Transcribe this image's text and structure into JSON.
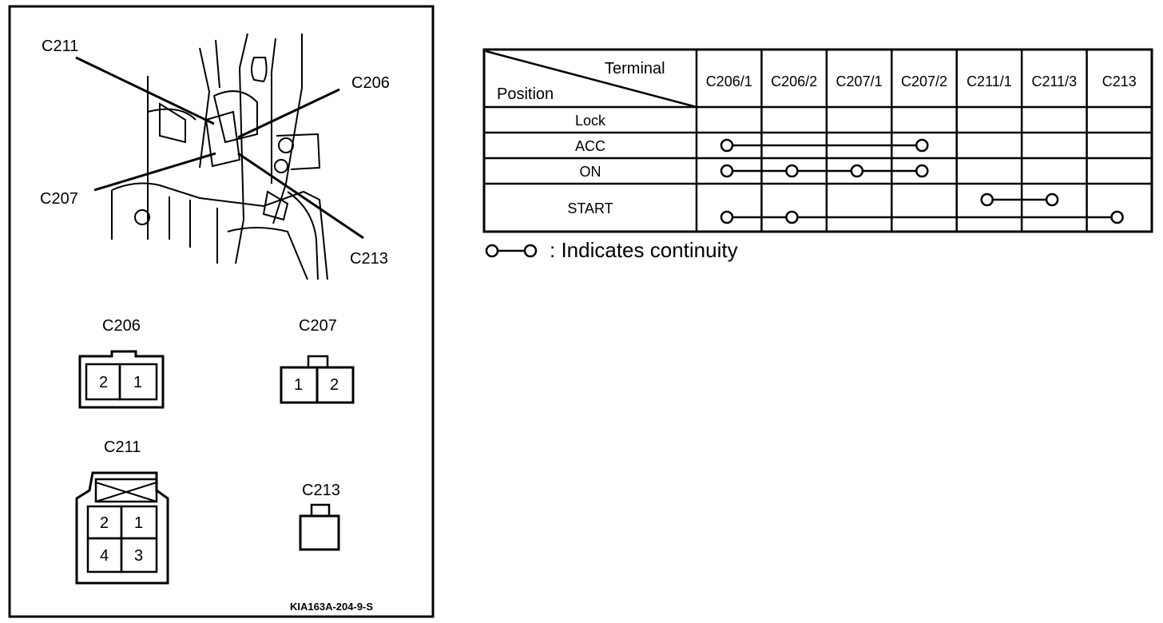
{
  "left_panel": {
    "callouts": [
      "C211",
      "C206",
      "C207",
      "C213"
    ],
    "connectors": {
      "c206": {
        "title": "C206",
        "pins": [
          "2",
          "1"
        ]
      },
      "c207": {
        "title": "C207",
        "pins": [
          "1",
          "2"
        ]
      },
      "c211": {
        "title": "C211",
        "pins": [
          "2",
          "1",
          "4",
          "3"
        ]
      },
      "c213": {
        "title": "C213"
      }
    },
    "figure_code": "KIA163A-204-9-S"
  },
  "table": {
    "header_terminal": "Terminal",
    "header_position": "Position",
    "columns": [
      "C206/1",
      "C206/2",
      "C207/1",
      "C207/2",
      "C211/1",
      "C211/3",
      "C213"
    ],
    "rows": [
      {
        "label": "Lock",
        "links": []
      },
      {
        "label": "ACC",
        "links": [
          [
            0,
            3
          ]
        ]
      },
      {
        "label": "ON",
        "links": [
          [
            0,
            1,
            2,
            3
          ]
        ]
      },
      {
        "label": "START",
        "links": [
          [
            4,
            5
          ],
          [
            0,
            1,
            6
          ]
        ]
      }
    ]
  },
  "legend": {
    "text": ": Indicates continuity"
  }
}
